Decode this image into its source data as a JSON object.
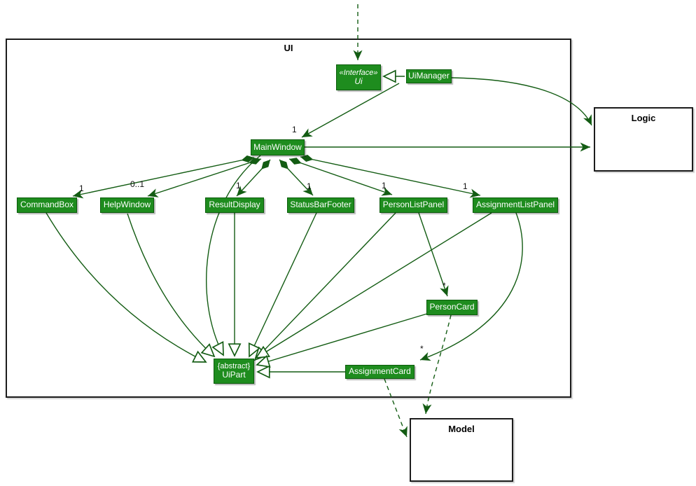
{
  "package": {
    "title": "UI"
  },
  "external": {
    "logic_title": "Logic",
    "model_title": "Model"
  },
  "nodes": {
    "interface_ui": {
      "stereotype": "«Interface»",
      "name": "Ui"
    },
    "uimanager": {
      "name": "UiManager"
    },
    "mainwindow": {
      "name": "MainWindow"
    },
    "commandbox": {
      "name": "CommandBox"
    },
    "helpwindow": {
      "name": "HelpWindow"
    },
    "resultdisplay": {
      "name": "ResultDisplay"
    },
    "statusbarfooter": {
      "name": "StatusBarFooter"
    },
    "personlistpanel": {
      "name": "PersonListPanel"
    },
    "assignmentlistpanel": {
      "name": "AssignmentListPanel"
    },
    "personcard": {
      "name": "PersonCard"
    },
    "assignmentcard": {
      "name": "AssignmentCard"
    },
    "uipart": {
      "modifier": "{abstract}",
      "name": "UiPart"
    }
  },
  "multiplicities": {
    "uimanager_mainwindow": "1",
    "mainwindow_commandbox": "1",
    "mainwindow_helpwindow": "0..1",
    "mainwindow_resultdisplay": "1",
    "mainwindow_statusbarfooter": "1",
    "mainwindow_personlistpanel": "1",
    "mainwindow_assignmentlistpanel": "1",
    "personlistpanel_personcard": "*",
    "assignmentlistpanel_assignmentcard": "*"
  },
  "colors": {
    "node_fill": "#1e8c1e",
    "node_border": "#0b5c0b",
    "edge": "#135c13",
    "frame_border": "#1c1c1c"
  }
}
